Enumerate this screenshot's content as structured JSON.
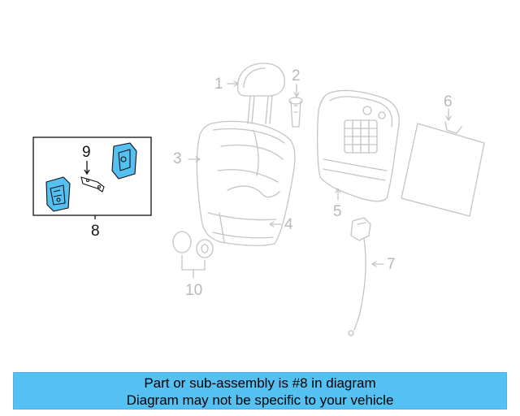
{
  "diagram": {
    "callouts": [
      {
        "id": "1",
        "label": "1"
      },
      {
        "id": "2",
        "label": "2"
      },
      {
        "id": "3",
        "label": "3"
      },
      {
        "id": "4",
        "label": "4"
      },
      {
        "id": "5",
        "label": "5"
      },
      {
        "id": "6",
        "label": "6"
      },
      {
        "id": "7",
        "label": "7"
      },
      {
        "id": "8",
        "label": "8"
      },
      {
        "id": "9",
        "label": "9"
      },
      {
        "id": "10",
        "label": "10"
      }
    ],
    "highlighted_part": "8",
    "colors": {
      "faded_line": "#c4c4c4",
      "highlight_fill": "#55c1f3",
      "banner": "#55c1f3",
      "dark_line": "#111111"
    }
  },
  "banner": {
    "line1": "Part or sub-assembly is #8 in diagram",
    "line2": "Diagram may not be specific to your vehicle"
  }
}
